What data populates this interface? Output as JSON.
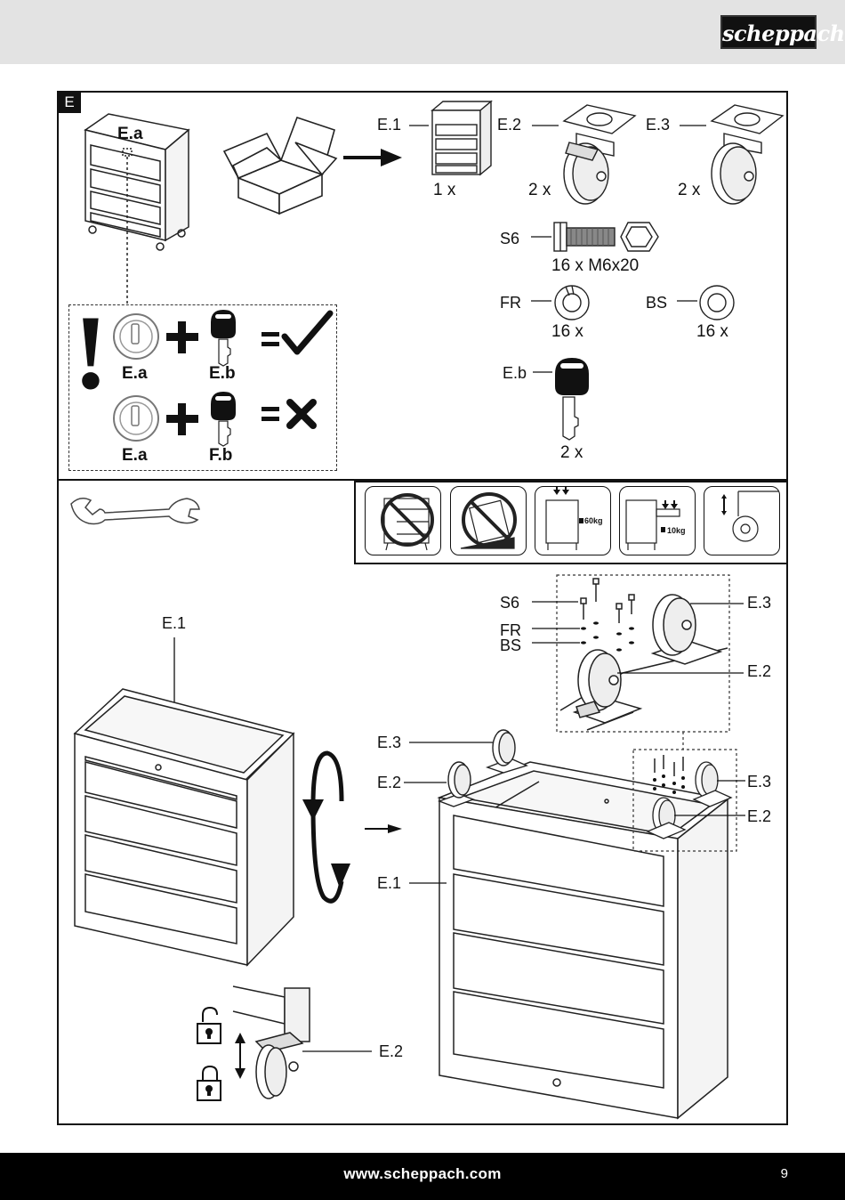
{
  "header": {
    "logo_text": "scheppach"
  },
  "section": {
    "tag": "E"
  },
  "top_left": {
    "cabinet_label": "E.a",
    "warning": {
      "row1": {
        "lock_label": "E.a",
        "key_label": "E.b"
      },
      "row2": {
        "lock_label": "E.a",
        "key_label": "F.b"
      }
    }
  },
  "parts": {
    "e1": {
      "label": "E.1",
      "qty": "1 x"
    },
    "e2": {
      "label": "E.2",
      "qty": "2 x"
    },
    "e3": {
      "label": "E.3",
      "qty": "2 x"
    },
    "s6": {
      "label": "S6",
      "qty": "16 x M6x20"
    },
    "fr": {
      "label": "FR",
      "qty": "16 x"
    },
    "bs": {
      "label": "BS",
      "qty": "16 x"
    },
    "eb": {
      "label": "E.b",
      "qty": "2 x"
    }
  },
  "warning_icons": {
    "load1": "60kg",
    "load2": "10kg"
  },
  "assembly": {
    "cabinet_label": "E.1",
    "detail_top": {
      "s6": "S6",
      "fr": "FR",
      "bs": "BS",
      "e3": "E.3",
      "e2": "E.2"
    },
    "main": {
      "e3": "E.3",
      "e2": "E.2",
      "e1": "E.1",
      "right_e3": "E.3",
      "right_e2": "E.2"
    },
    "brake_label": "E.2"
  },
  "footer": {
    "url": "www.scheppach.com",
    "page": "9"
  },
  "icon_names": [
    "wrench-icon",
    "lock-open-icon",
    "lock-closed-icon",
    "key-icon",
    "check-icon",
    "cross-icon",
    "rotate-icon",
    "arrow-right-icon"
  ]
}
